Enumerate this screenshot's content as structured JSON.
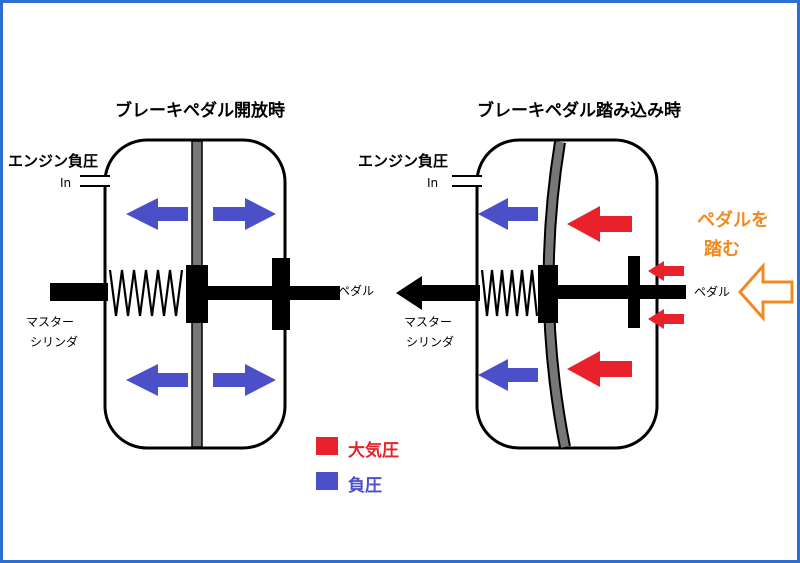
{
  "left_panel": {
    "title": "ブレーキペダル開放時",
    "engine_label": "エンジン負圧",
    "in_label": "In",
    "pedal_label": "ペダル",
    "master_line1": "マスター",
    "master_line2": "シリンダ"
  },
  "right_panel": {
    "title": "ブレーキペダル踏み込み時",
    "engine_label": "エンジン負圧",
    "in_label": "In",
    "pedal_label": "ペダル",
    "master_line1": "マスター",
    "master_line2": "シリンダ",
    "press_line1": "ペダルを",
    "press_line2": "踏む"
  },
  "legend": {
    "atmospheric": "大気圧",
    "negative": "負圧"
  },
  "colors": {
    "frame": "#2d6fd1",
    "atmospheric": "#e8212a",
    "negative": "#4b50c8",
    "press": "#f28a22"
  }
}
